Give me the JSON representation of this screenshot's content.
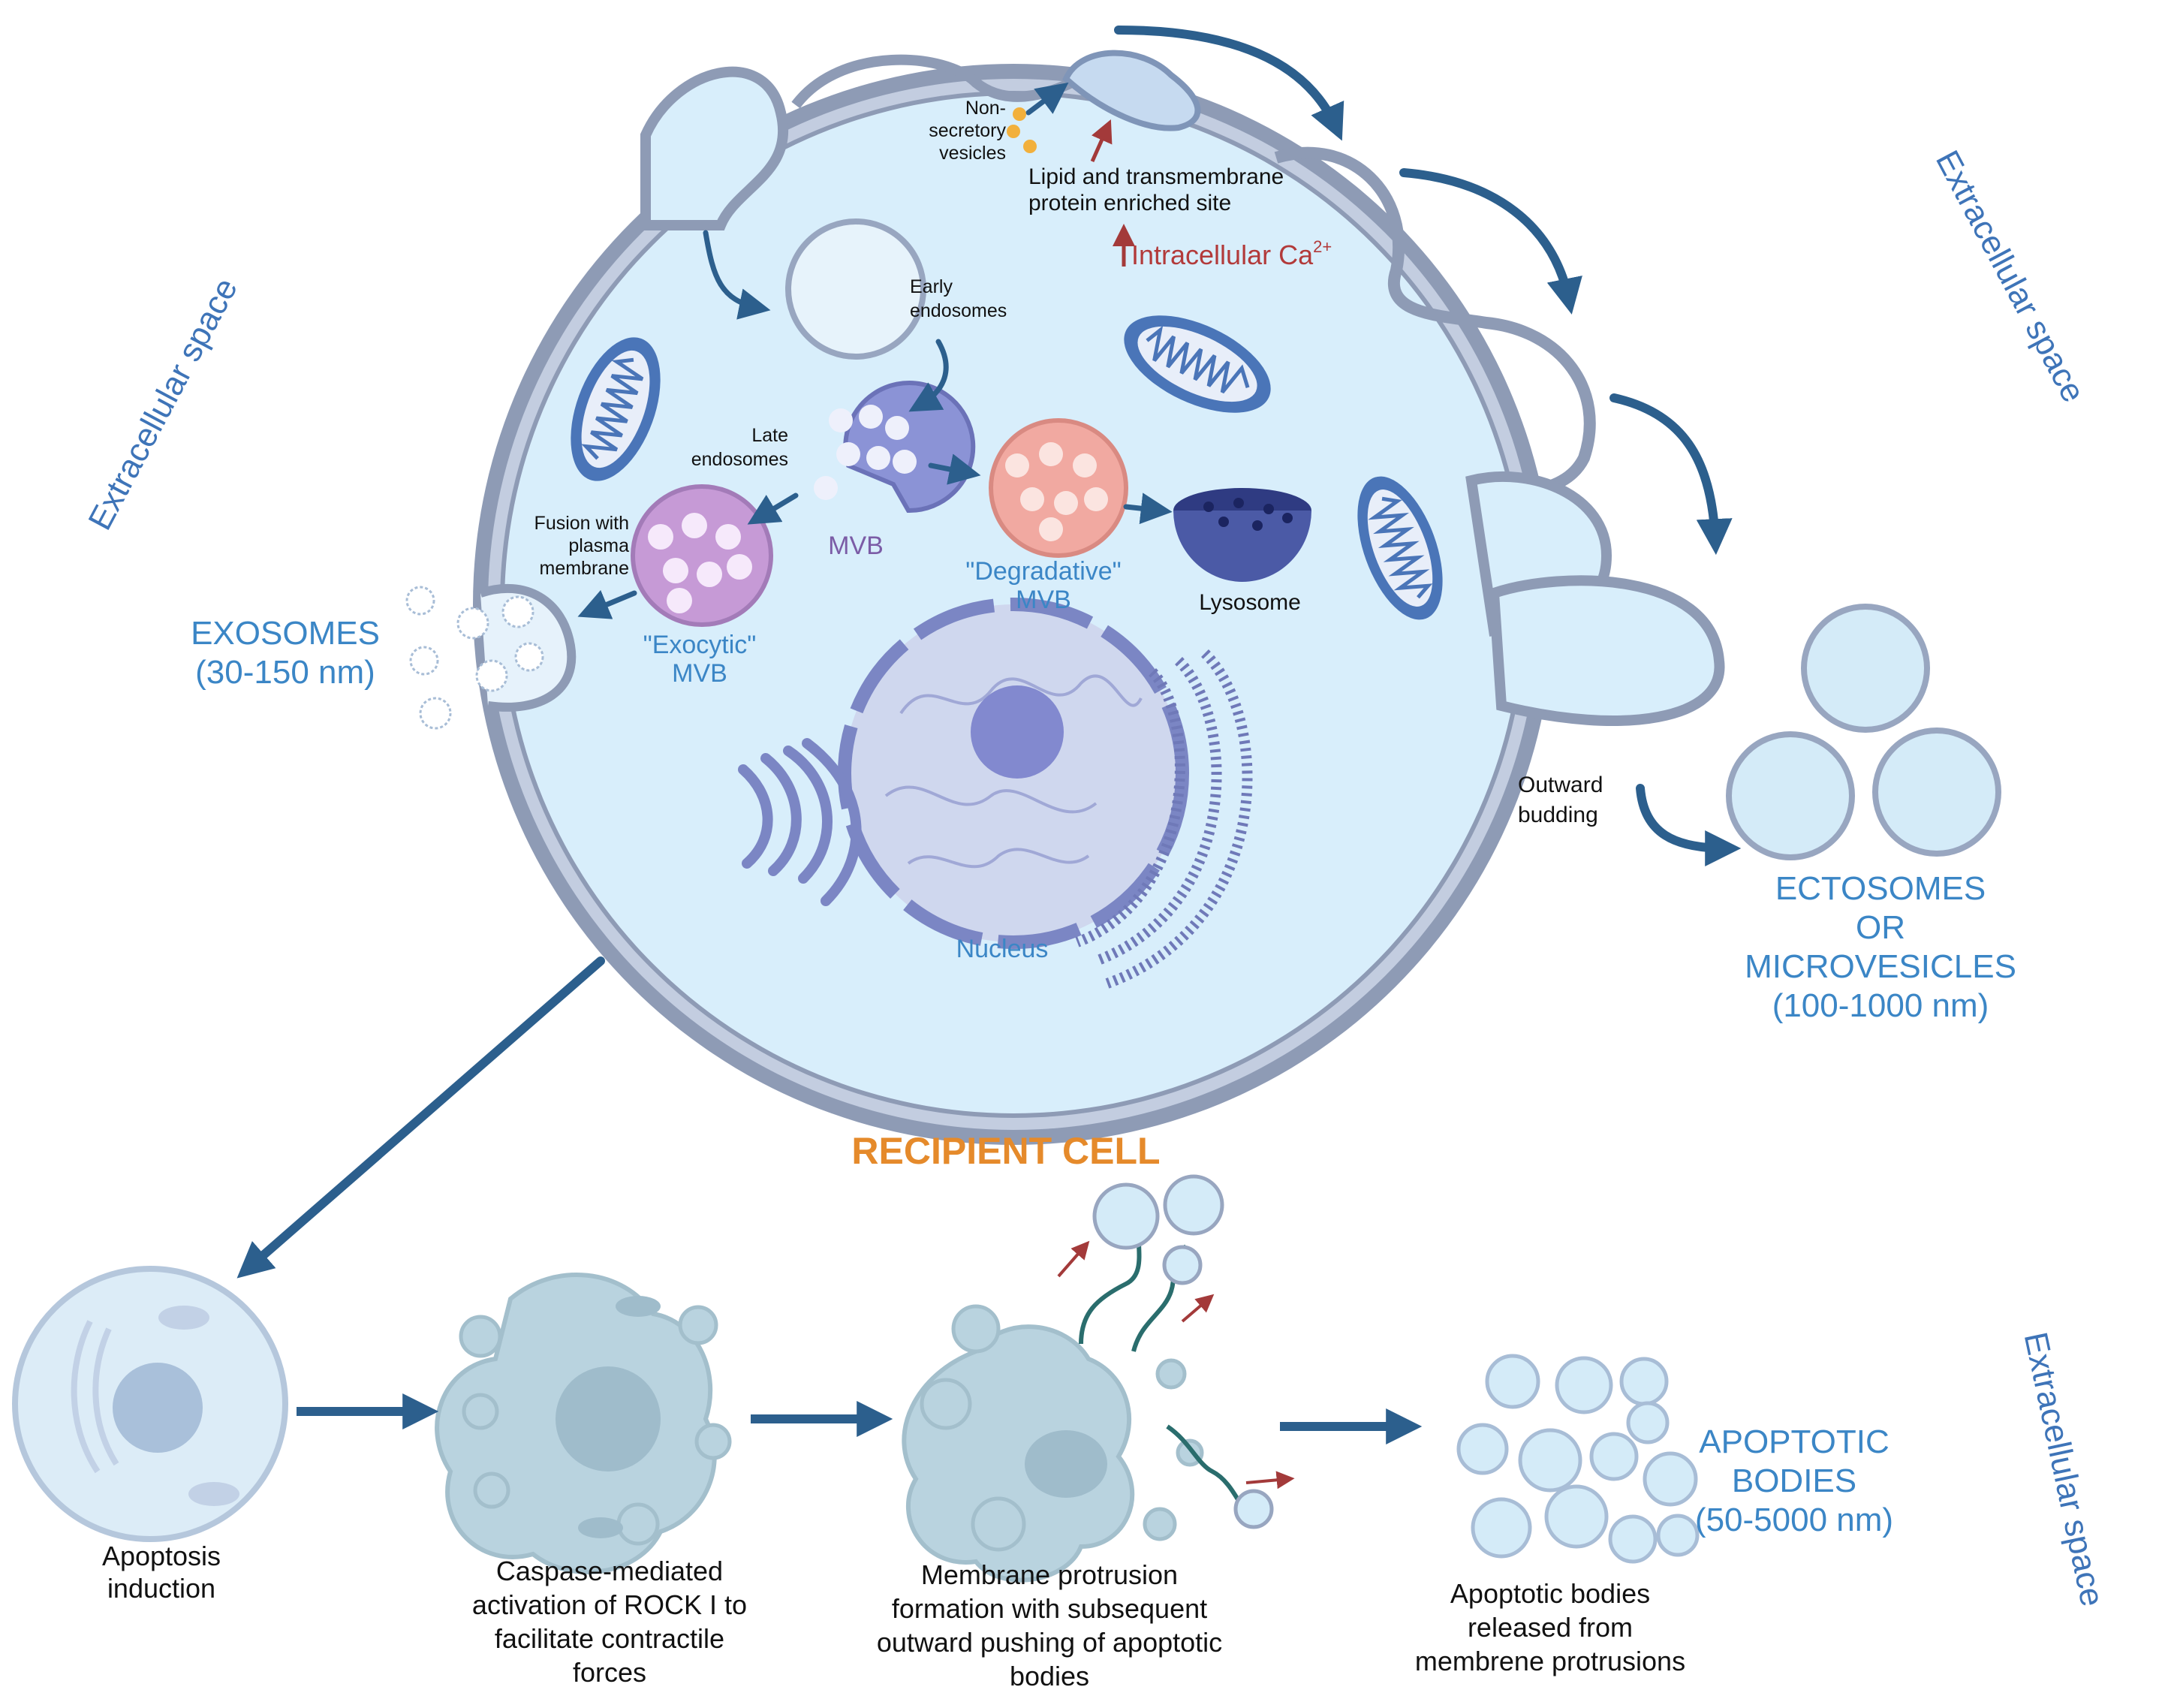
{
  "labels": {
    "extracellular_space_left": "Extracellular space",
    "extracellular_space_right": "Extracellular space",
    "extracellular_space_bottom": "Extracellular space",
    "non_secretory_vesicles": [
      "Non-",
      "secretory",
      "vesicles"
    ],
    "lipid_site": [
      "Lipid and transmembrane",
      "protein enriched site"
    ],
    "intracellular_ca": "Intracellular Ca",
    "ca_superscript": "2+",
    "early_endosomes": [
      "Early",
      "endosomes"
    ],
    "late_endosomes": [
      "Late",
      "endosomes"
    ],
    "mvb": "MVB",
    "degradative_mvb": [
      "\"Degradative\"",
      "MVB"
    ],
    "lysosome": "Lysosome",
    "fusion": [
      "Fusion with",
      "plasma",
      "membrane"
    ],
    "exocytic_mvb": [
      "\"Exocytic\"",
      "MVB"
    ],
    "exosomes": [
      "EXOSOMES",
      "(30-150 nm)"
    ],
    "nucleus": "Nucleus",
    "outward_budding": [
      "Outward",
      "budding"
    ],
    "ectosomes": [
      "ECTOSOMES",
      "OR",
      "MICROVESICLES",
      "(100-1000 nm)"
    ],
    "recipient_cell": "RECIPIENT CELL",
    "apoptosis_induction": [
      "Apoptosis",
      "induction"
    ],
    "caspase": [
      "Caspase-mediated",
      "activation of ROCK I to",
      "facilitate contractile",
      "forces"
    ],
    "membrane_protrusion": [
      "Membrane protrusion",
      "formation with subsequent",
      "outward pushing of apoptotic",
      "bodies"
    ],
    "apoptotic_released": [
      "Apoptotic bodies",
      "released from",
      "membrene protrusions"
    ],
    "apoptotic_bodies": [
      "APOPTOTIC",
      "BODIES",
      "(50-5000 nm)"
    ]
  },
  "colors": {
    "cytoplasm": "#d8eefb",
    "membrane_outer": "#8e9bb5",
    "membrane_inner": "#c3cde0",
    "arrow": "#2c5f8d",
    "vesicle_fill": "#d4ebf8",
    "red_arrow": "#a33a3a"
  }
}
